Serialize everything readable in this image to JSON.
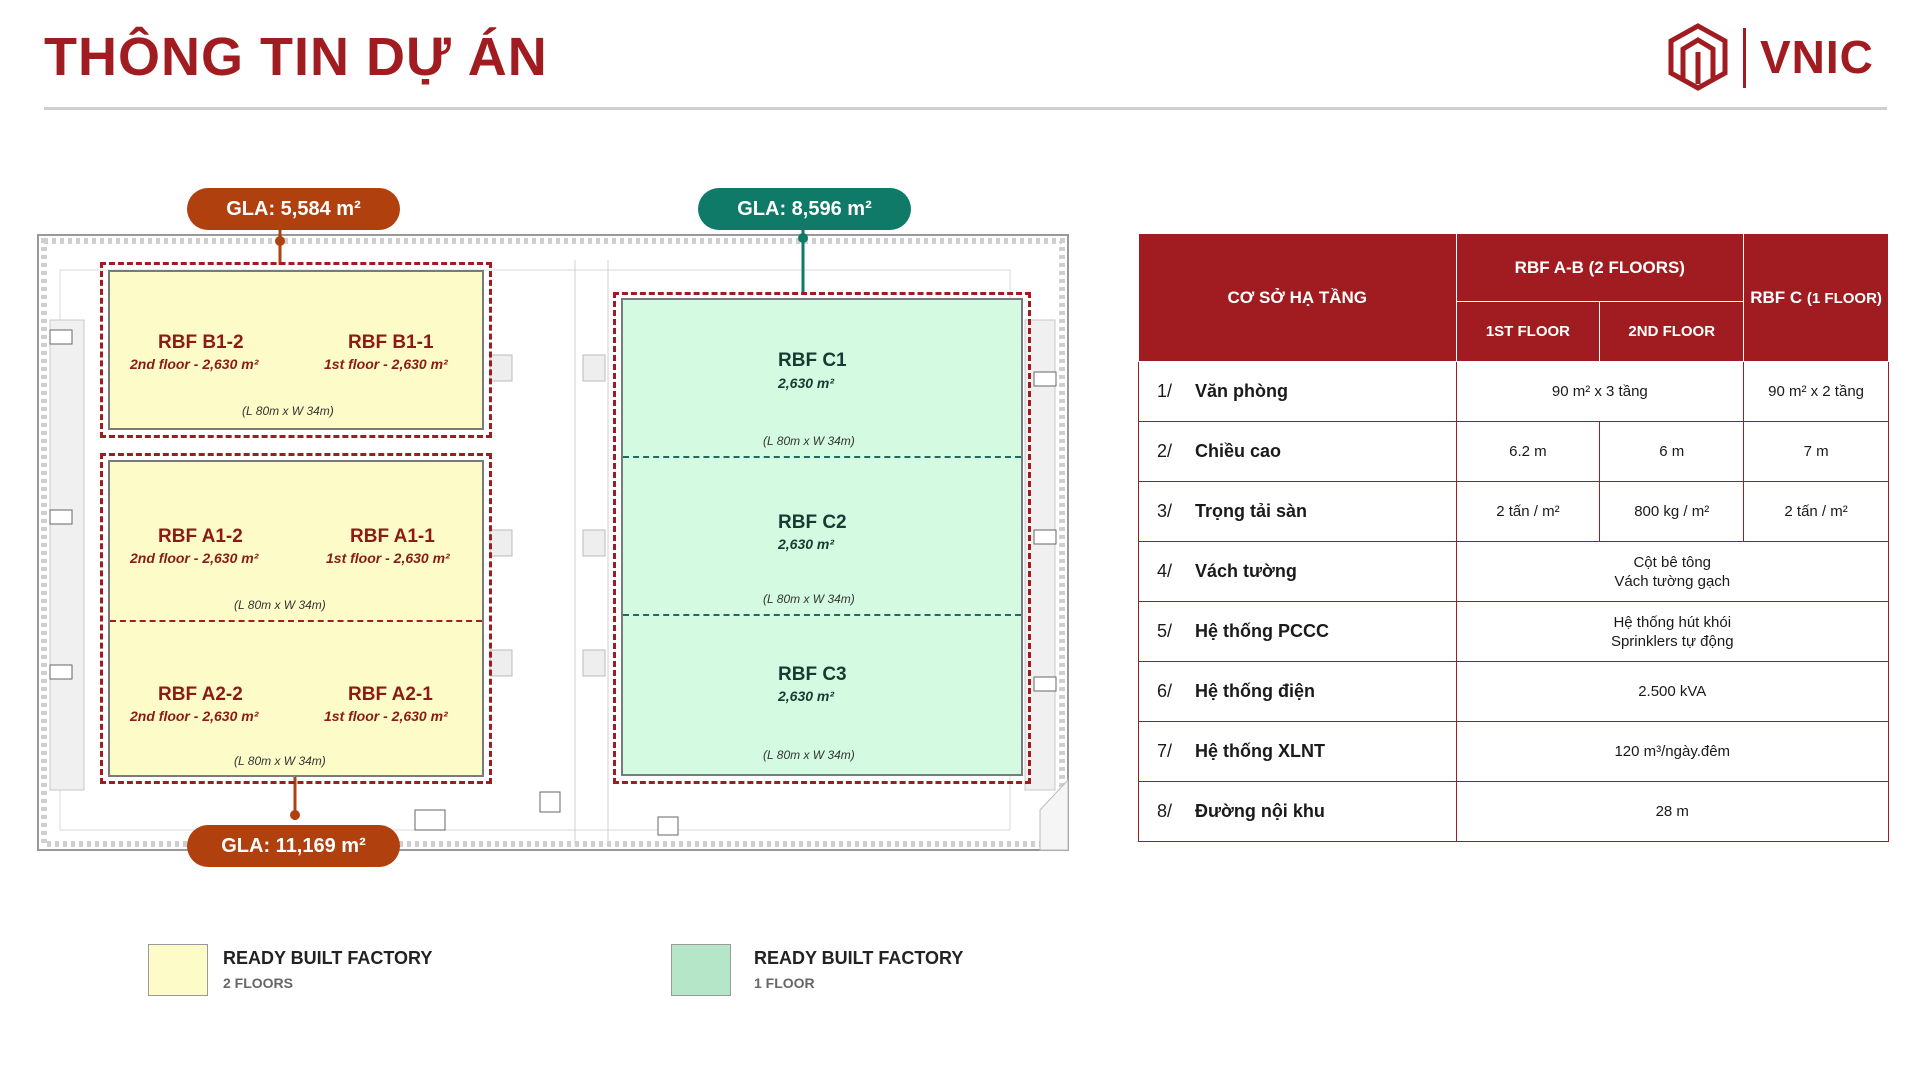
{
  "header": {
    "title": "THÔNG TIN DỰ ÁN",
    "brand": "VNIC",
    "accent_color": "#a01c20"
  },
  "plan": {
    "gla_b": "GLA: 5,584 m²",
    "gla_c": "GLA: 8,596 m²",
    "gla_a": "GLA: 11,169 m²",
    "units": {
      "b1_2": {
        "name": "RBF B1-2",
        "sub": "2nd floor - 2,630 m²"
      },
      "b1_1": {
        "name": "RBF B1-1",
        "sub": "1st floor - 2,630 m²"
      },
      "a1_2": {
        "name": "RBF A1-2",
        "sub": "2nd floor - 2,630 m²"
      },
      "a1_1": {
        "name": "RBF A1-1",
        "sub": "1st floor - 2,630 m²"
      },
      "a2_2": {
        "name": "RBF A2-2",
        "sub": "2nd floor - 2,630 m²"
      },
      "a2_1": {
        "name": "RBF A2-1",
        "sub": "1st floor - 2,630 m²"
      },
      "c1": {
        "name": "RBF C1",
        "sub": "2,630 m²"
      },
      "c2": {
        "name": "RBF C2",
        "sub": "2,630 m²"
      },
      "c3": {
        "name": "RBF C3",
        "sub": "2,630 m²"
      }
    },
    "dimension_label": "(L 80m x W 34m)"
  },
  "legend": {
    "yellow": {
      "title": "READY BUILT FACTORY",
      "sub": "2 FLOORS",
      "color": "#fdfcc8"
    },
    "green": {
      "title": "READY BUILT FACTORY",
      "sub": "1 FLOOR",
      "color": "#b5e6c8"
    }
  },
  "table": {
    "head_infra": "CƠ SỞ HẠ TẦNG",
    "head_ab": "RBF A-B (2 FLOORS)",
    "head_c_line1": "RBF C",
    "head_c_line2": "(1 FLOOR)",
    "head_1st": "1ST FLOOR",
    "head_2nd": "2ND FLOOR",
    "rows": [
      {
        "num": "1/",
        "label": "Văn phòng",
        "ab": "90 m² x 3 tầng",
        "c": "90 m²  x 2 tầng"
      },
      {
        "num": "2/",
        "label": "Chiều cao",
        "f1": "6.2 m",
        "f2": "6 m",
        "c": "7 m"
      },
      {
        "num": "3/",
        "label": "Trọng tải sàn",
        "f1": "2 tấn / m²",
        "f2": "800 kg / m²",
        "c": "2 tấn / m²"
      },
      {
        "num": "4/",
        "label": "Vách tường",
        "all_line1": "Cột bê tông",
        "all_line2": "Vách tường gạch"
      },
      {
        "num": "5/",
        "label": "Hệ thống PCCC",
        "all_line1": "Hệ thống hút khói",
        "all_line2": "Sprinklers tự động"
      },
      {
        "num": "6/",
        "label": "Hệ thống điện",
        "all": "2.500 kVA"
      },
      {
        "num": "7/",
        "label": "Hệ thống XLNT",
        "all": "120 m³/ngày.đêm"
      },
      {
        "num": "8/",
        "label": "Đường nội khu",
        "all": "28 m"
      }
    ]
  }
}
